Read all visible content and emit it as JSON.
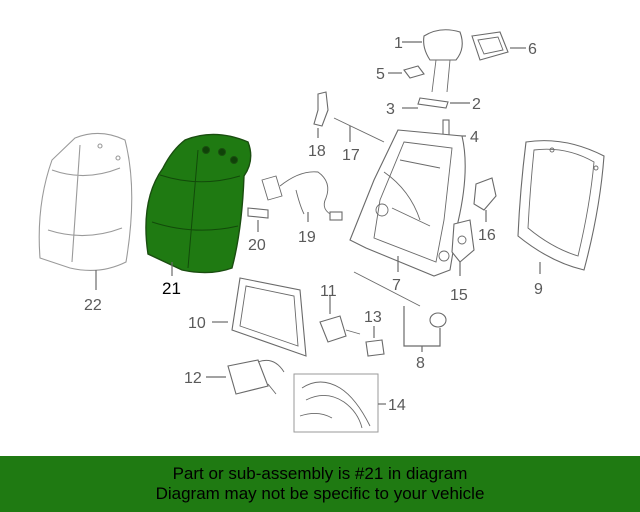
{
  "diagram": {
    "highlight_color": "#1f7a12",
    "highlighted_part": "21",
    "callouts": {
      "p1": "1",
      "p2": "2",
      "p3": "3",
      "p4": "4",
      "p5": "5",
      "p6": "6",
      "p7": "7",
      "p8": "8",
      "p9": "9",
      "p10": "10",
      "p11": "11",
      "p12": "12",
      "p13": "13",
      "p14": "14",
      "p15": "15",
      "p16": "16",
      "p17": "17",
      "p18": "18",
      "p19": "19",
      "p20": "20",
      "p21": "21",
      "p22": "22"
    }
  },
  "banner": {
    "line1": "Part or sub-assembly is #21 in diagram",
    "line2": "Diagram may not be specific to your vehicle",
    "background": "#1f7a12"
  }
}
